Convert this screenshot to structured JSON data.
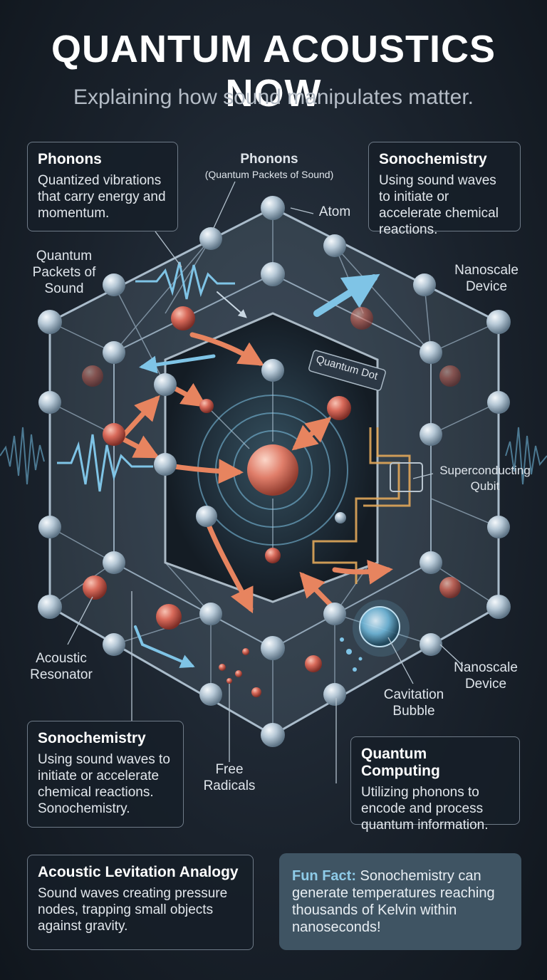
{
  "header": {
    "title": "QUANTUM ACOUSTICS NOW",
    "subtitle": "Explaining how sound manipulates matter."
  },
  "boxes": {
    "phonons": {
      "title": "Phonons",
      "body": "Quantized vibrations that carry energy and momentum."
    },
    "sonochem_top": {
      "title": "Sonochemistry",
      "body": "Using sound waves to initiate or accelerate chemical reactions."
    },
    "sonochem_bottom": {
      "title": "Sonochemistry",
      "body": "Using sound waves to initiate or accelerate chemical reactions. Sonochemistry."
    },
    "quantum_computing": {
      "title": "Quantum Computing",
      "body": "Utilizing phonons to encode and process quantum information."
    },
    "levitation": {
      "title": "Acoustic Levitation Analogy",
      "body": "Sound waves creating pressure nodes, trapping small objects against gravity."
    }
  },
  "fun_fact": {
    "lead": "Fun Fact:",
    "text": " Sonochemistry can generate temperatures reaching thousands of Kelvin within nanoseconds!"
  },
  "labels": {
    "phonons_top": "Phonons",
    "phonons_top_sub": "(Quantum Packets of Sound)",
    "atom": "Atom",
    "quantum_packets": "Quantum Packets of Sound",
    "nanoscale_top": "Nanoscale Device",
    "quantum_dot": "Quantum Dot",
    "superconducting_qubit": "Superconducting Qubit",
    "acoustic_resonator": "Acoustic Resonator",
    "nanoscale_bottom": "Nanoscale Device",
    "cavitation_bubble": "Cavitation Bubble",
    "free_radicals": "Free Radicals"
  },
  "colors": {
    "atom": "#b6c8d6",
    "charged_atom": "#d86a5a",
    "energy_arrow": "#e7845f",
    "wave": "#7fc4e6",
    "circuit": "#e0a75a"
  }
}
